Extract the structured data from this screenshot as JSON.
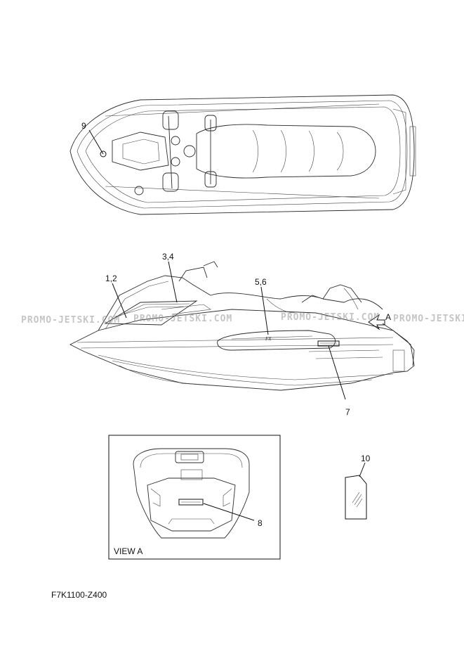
{
  "callouts": {
    "c9": "9",
    "c34": "3,4",
    "c12": "1,2",
    "c56": "5,6",
    "cA": "A",
    "c7": "7",
    "c10": "10",
    "c8": "8"
  },
  "view_label": "VIEW A",
  "part_code": "F7K1100-Z400",
  "watermark": "PROMO-JETSKI.COM"
}
